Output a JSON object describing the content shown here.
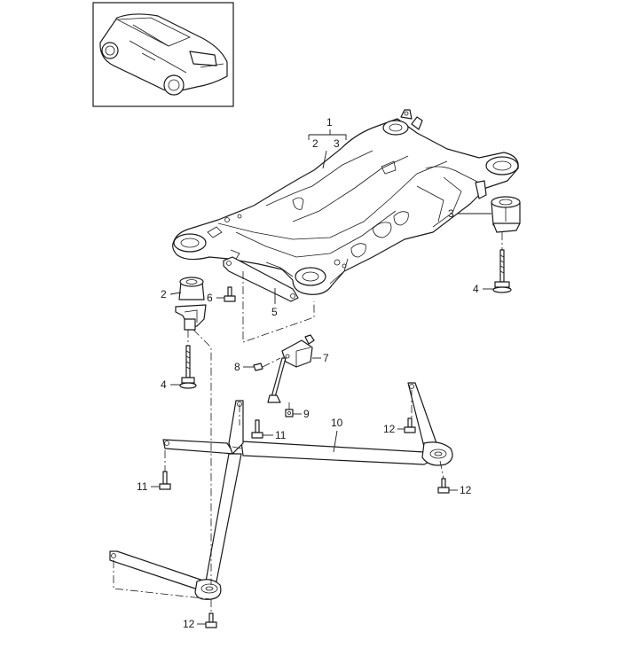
{
  "callouts": {
    "c1": "1",
    "c2a": "2",
    "c3a": "3",
    "c2b": "2",
    "c3b": "3",
    "c4a": "4",
    "c4b": "4",
    "c5": "5",
    "c6": "6",
    "c7": "7",
    "c8": "8",
    "c9": "9",
    "c10": "10",
    "c11a": "11",
    "c11b": "11",
    "c12a": "12",
    "c12b": "12",
    "c12c": "12"
  },
  "colors": {
    "ink": "#1a1a1a",
    "paper": "#ffffff",
    "shade": "#d9d9d9"
  }
}
